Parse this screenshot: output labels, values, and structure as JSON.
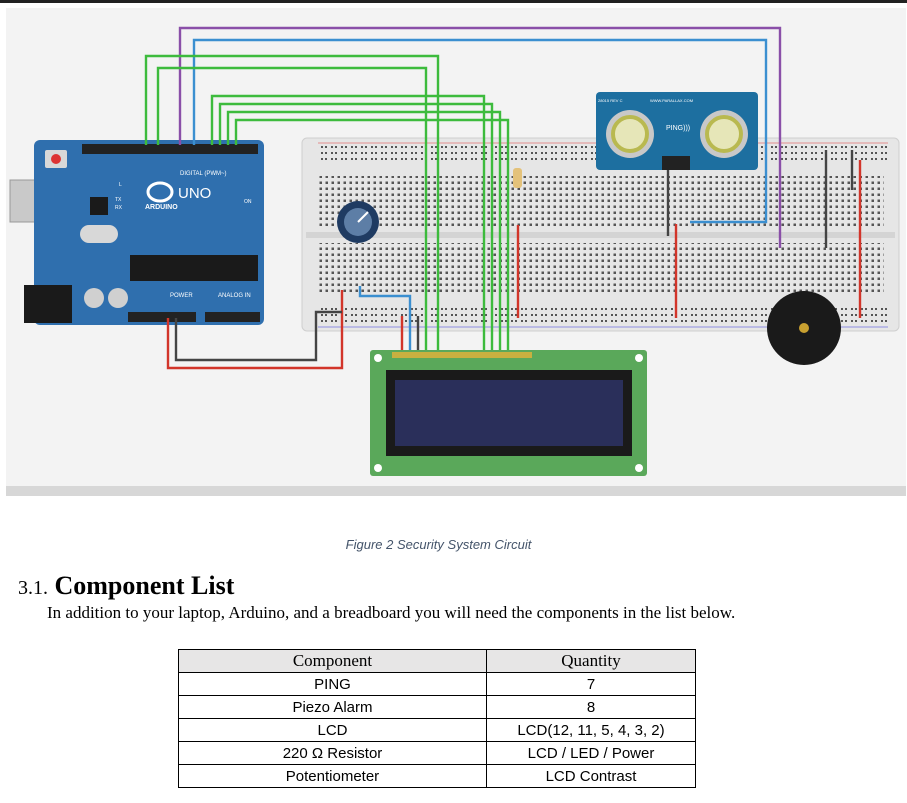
{
  "figure": {
    "arduino": {
      "brand": "ARDUINO",
      "model": "UNO",
      "digital_label": "DIGITAL (PWM~)",
      "power_label": "POWER",
      "analog_label": "ANALOG IN",
      "on_label": "ON",
      "tx_label": "TX",
      "rx_label": "RX",
      "l_label": "L"
    },
    "ping": {
      "label": "PING)))",
      "url": "WWW.PARALLAX.COM",
      "model": "28015 REV C"
    },
    "colors": {
      "board": "#2f6fae",
      "breadboard": "#e6e6e6",
      "lcd_pcb": "#5aa85a",
      "lcd_screen": "#2a2f5a",
      "wire_green": "#3dbb3d",
      "wire_purple": "#8a4fa8",
      "wire_blue": "#3b8fd0",
      "wire_red": "#d2352a",
      "wire_black": "#333333"
    }
  },
  "caption": "Figure 2 Security System Circuit",
  "section": {
    "number": "3.1.",
    "title": "Component List"
  },
  "intro": "In addition to your laptop, Arduino, and a breadboard you will need the components in the list below.",
  "table": {
    "headers": [
      "Component",
      "Quantity"
    ],
    "rows": [
      [
        "PING",
        "7"
      ],
      [
        "Piezo Alarm",
        "8"
      ],
      [
        "LCD",
        "LCD(12, 11, 5, 4, 3, 2)"
      ],
      [
        "220 Ω Resistor",
        "LCD / LED / Power"
      ],
      [
        "Potentiometer",
        "LCD Contrast"
      ]
    ]
  }
}
